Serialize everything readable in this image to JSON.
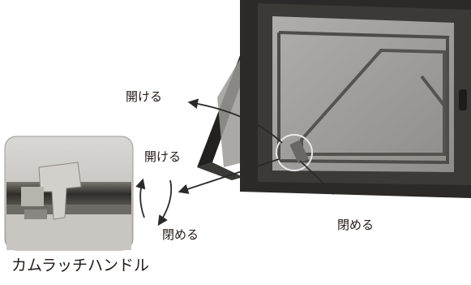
{
  "labels": {
    "open_upper": "開ける",
    "open_inset": "開ける",
    "close_inset": "閉める",
    "close_right": "閉める",
    "caption": "カムラッチハンドル"
  },
  "colors": {
    "frame": "#2b2a28",
    "glass": "#a3a19d",
    "arrow": "#2a2a2a",
    "text": "#231815"
  }
}
